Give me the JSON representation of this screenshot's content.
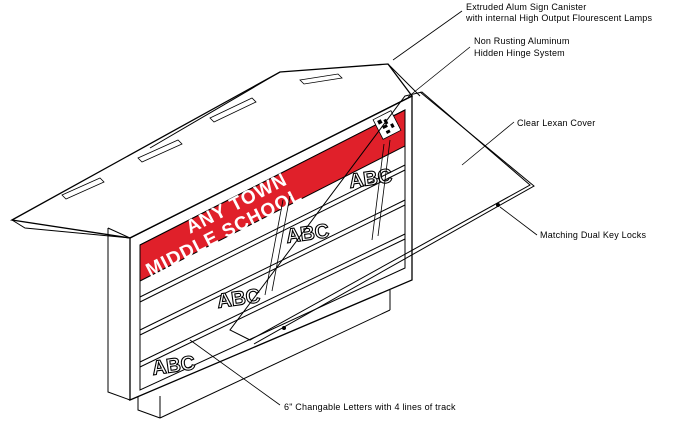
{
  "callouts": {
    "canister_line1": "Extruded Alum Sign Canister",
    "canister_line2": "with internal High Output Flourescent Lamps",
    "hinge_line1": "Non Rusting Aluminum",
    "hinge_line2": "Hidden Hinge System",
    "cover": "Clear Lexan Cover",
    "locks": "Matching Dual Key Locks",
    "letters": "6\" Changable Letters with 4 lines of track"
  },
  "sign": {
    "banner_line1": "ANY TOWN",
    "banner_line2": "MIDDLE SCHOOL",
    "track_letters": [
      "ABC",
      "ABC",
      "ABC",
      "ABC"
    ]
  },
  "colors": {
    "banner_red": "#e0202a",
    "line": "#000000",
    "background": "#ffffff"
  }
}
